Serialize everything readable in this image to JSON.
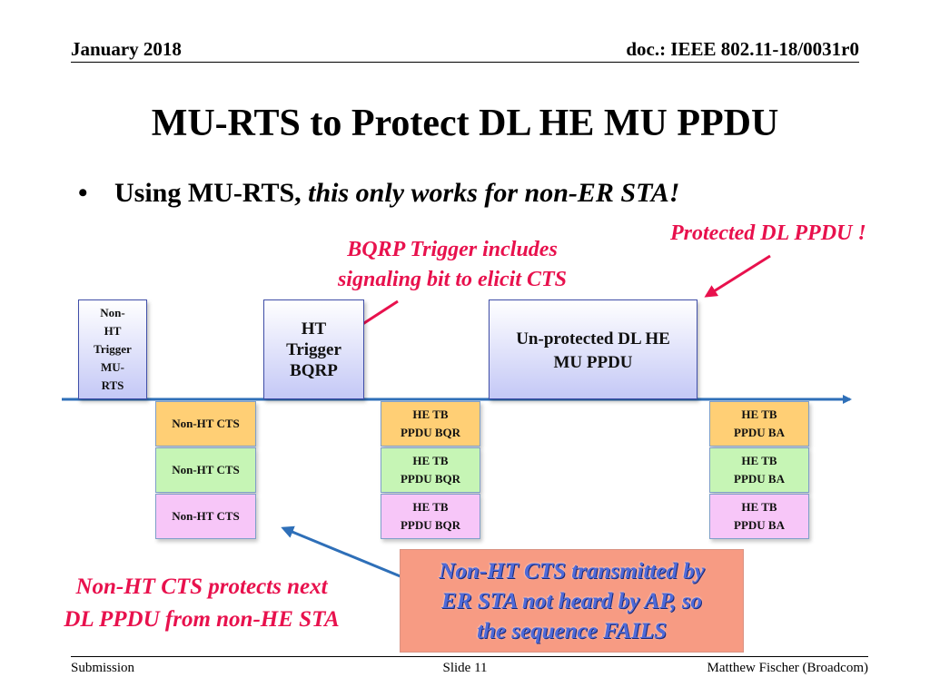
{
  "header": {
    "date": "January 2018",
    "doc": "doc.: IEEE 802.11-18/0031r0"
  },
  "title": "MU-RTS to Protect DL HE MU PPDU",
  "bullet": {
    "lead": "Using MU-RTS,",
    "emphasis": "this only works for non-ER STA!"
  },
  "callouts": {
    "protected": "Protected DL PPDU !",
    "bqrp_line1": "BQRP Trigger includes",
    "bqrp_line2": "signaling bit to elicit CTS",
    "cts_line1": "Non-HT CTS protects next",
    "cts_line2": "DL PPDU from non-HE STA",
    "fail_line1": "Non-HT CTS transmitted by",
    "fail_line2": "ER STA not heard by AP, so",
    "fail_line3": "the sequence FAILS"
  },
  "frames": {
    "nonht_mu_rts": [
      "Non-",
      "HT",
      "Trigger",
      "MU-",
      "RTS"
    ],
    "ht_trigger": [
      "HT",
      "Trigger",
      "BQRP"
    ],
    "unprotected": [
      "Un-protected DL HE",
      "MU PPDU"
    ]
  },
  "responses": {
    "cts": [
      "Non-HT CTS",
      "Non-HT CTS",
      "Non-HT CTS"
    ],
    "bqr": [
      [
        "HE TB",
        "PPDU BQR"
      ],
      [
        "HE TB",
        "PPDU BQR"
      ],
      [
        "HE TB",
        "PPDU BQR"
      ]
    ],
    "ba": [
      [
        "HE TB",
        "PPDU BA"
      ],
      [
        "HE TB",
        "PPDU BA"
      ],
      [
        "HE TB",
        "PPDU BA"
      ]
    ]
  },
  "footer": {
    "left": "Submission",
    "center": "Slide 11",
    "right": "Matthew Fischer (Broadcom)"
  },
  "colors": {
    "callout_red": "#e8114d",
    "timeline_blue": "#2e6fb8",
    "cts_orange": "#ffcf75",
    "cts_green": "#c6f5b5",
    "cts_pink": "#f7c6f8",
    "fail_box": "#f79b83"
  }
}
